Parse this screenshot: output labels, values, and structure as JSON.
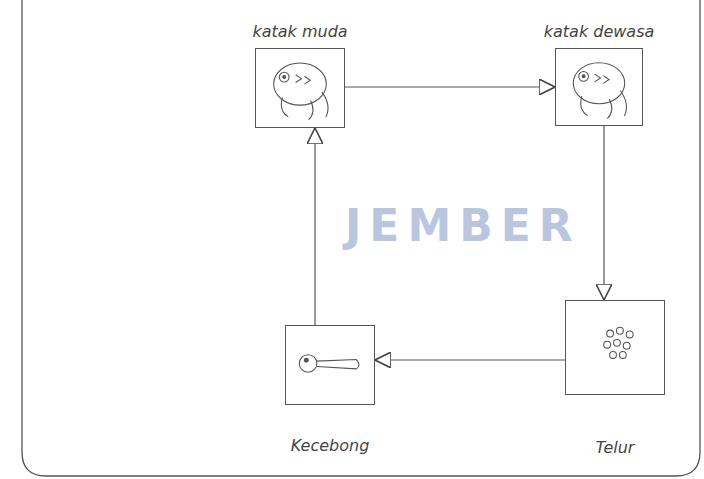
{
  "diagram": {
    "nodes": [
      {
        "text": [
          "katak muda"
        ]
      },
      {
        "text": [
          "katak dewasa"
        ]
      },
      {
        "text": [
          "Kecebong"
        ]
      },
      {
        "text": [
          "Telur"
        ]
      }
    ],
    "edges": [
      {
        "from": 2,
        "to": 0,
        "arrow": "to"
      },
      {
        "from": 0,
        "to": 1,
        "arrow": "to"
      },
      {
        "from": 1,
        "to": 3,
        "arrow": "to"
      },
      {
        "from": 3,
        "to": 2,
        "arrow": "to"
      }
    ],
    "labels": [
      "JEMBER"
    ]
  }
}
